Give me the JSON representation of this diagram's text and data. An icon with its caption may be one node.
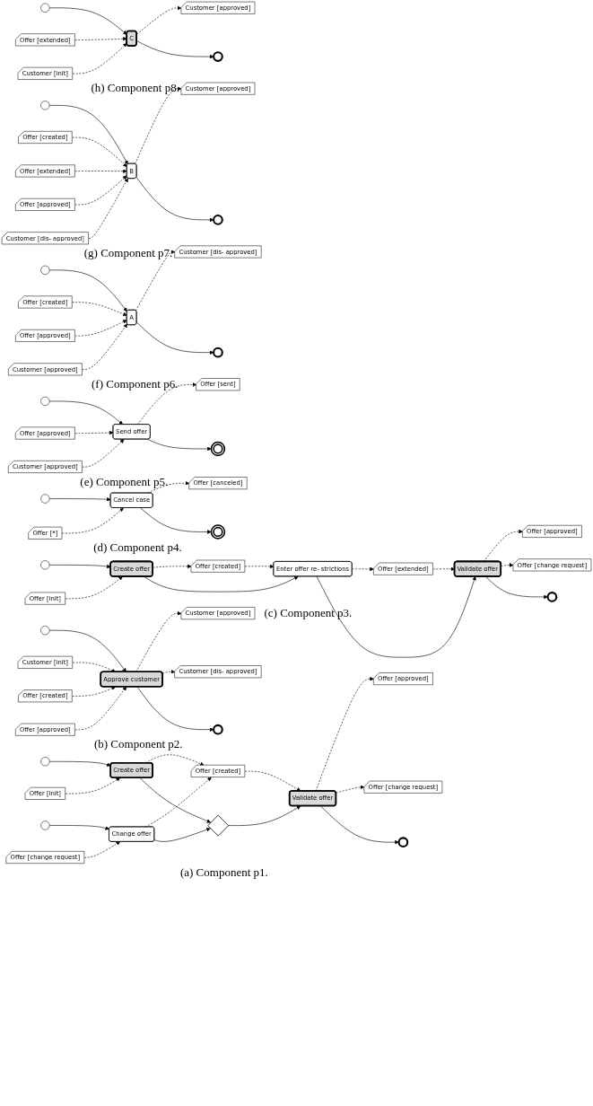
{
  "diagram": {
    "nodes": [
      {
        "text": [
          "Offer [init]"
        ]
      },
      {
        "text": [
          "Offer [created]"
        ]
      },
      {
        "text": [
          "Offer [approved]"
        ]
      },
      {
        "text": [
          "Offer [change request]"
        ]
      },
      {
        "text": [],
        "shape": "circle"
      },
      {
        "text": [
          "Create offer"
        ]
      },
      {
        "text": [
          "Offer [change request]"
        ]
      },
      {
        "text": [],
        "shape": "diamond"
      },
      {
        "text": [
          "Validate offer"
        ]
      },
      {
        "text": [],
        "shape": "circle"
      },
      {
        "text": [],
        "shape": "circle"
      },
      {
        "text": [
          "Change offer"
        ]
      },
      {
        "text": [
          "Customer [init]"
        ]
      },
      {
        "text": [
          "Customer [approved]"
        ]
      },
      {
        "text": [
          "Customer [dis- approved]"
        ]
      },
      {
        "text": [],
        "shape": "circle"
      },
      {
        "text": [
          "Approve customer"
        ]
      },
      {
        "text": [],
        "shape": "circle"
      },
      {
        "text": [
          "Offer [created]"
        ]
      },
      {
        "text": [
          "Offer [approved]"
        ]
      },
      {
        "text": [
          "Offer [init]"
        ]
      },
      {
        "text": [
          "Offer [created]"
        ]
      },
      {
        "text": [
          "Offer [extended]"
        ]
      },
      {
        "text": [
          "Offer [approved]"
        ]
      },
      {
        "text": [
          "Offer [change request]"
        ]
      },
      {
        "text": [],
        "shape": "circle"
      },
      {
        "text": [
          "Create offer"
        ]
      },
      {
        "text": [
          "Enter offer re- strictions"
        ]
      },
      {
        "text": [
          "Validate offer"
        ]
      },
      {
        "text": [],
        "shape": "circle"
      },
      {
        "text": [
          "Offer [*]"
        ]
      },
      {
        "text": [
          "Offer [canceled]"
        ]
      },
      {
        "text": [],
        "shape": "circle"
      },
      {
        "text": [
          "Cancel case"
        ]
      },
      {
        "text": [],
        "shape": "circle"
      },
      {
        "text": [
          "Offer [approved]"
        ]
      },
      {
        "text": [
          "Customer [approved]"
        ]
      },
      {
        "text": [
          "Offer [sent]"
        ]
      },
      {
        "text": [],
        "shape": "circle"
      },
      {
        "text": [
          "Send offer"
        ]
      },
      {
        "text": [],
        "shape": "circle"
      },
      {
        "text": [
          "Offer [created]"
        ]
      },
      {
        "text": [
          "Offer [approved]"
        ]
      },
      {
        "text": [
          "Customer [approved]"
        ]
      },
      {
        "text": [
          "Customer [dis- approved]"
        ]
      },
      {
        "text": [],
        "shape": "circle"
      },
      {
        "text": [
          "A"
        ]
      },
      {
        "text": [],
        "shape": "circle"
      },
      {
        "text": [
          "Offer [created]"
        ]
      },
      {
        "text": [
          "Offer [extended]"
        ]
      },
      {
        "text": [
          "Offer [approved]"
        ]
      },
      {
        "text": [
          "Customer [dis- approved]"
        ]
      },
      {
        "text": [
          "Customer [approved]"
        ]
      },
      {
        "text": [],
        "shape": "circle"
      },
      {
        "text": [
          "B"
        ]
      },
      {
        "text": [],
        "shape": "circle"
      },
      {
        "text": [
          "Offer [extended]"
        ]
      },
      {
        "text": [
          "Customer [init]"
        ]
      },
      {
        "text": [
          "Customer [approved]"
        ]
      },
      {
        "text": [],
        "shape": "circle"
      },
      {
        "text": [
          "C"
        ]
      },
      {
        "text": [],
        "shape": "circle"
      }
    ],
    "edges": [
      {
        "from": 4,
        "to": 5,
        "arrow": "to"
      },
      {
        "from": 0,
        "to": 5,
        "arrow": "to",
        "style": "dashed"
      },
      {
        "from": 5,
        "to": 1,
        "arrow": "to",
        "style": "dashed"
      },
      {
        "from": 5,
        "to": 7,
        "arrow": "to"
      },
      {
        "from": 10,
        "to": 11,
        "arrow": "to"
      },
      {
        "from": 6,
        "to": 11,
        "arrow": "to",
        "style": "dashed"
      },
      {
        "from": 11,
        "to": 1,
        "arrow": "to",
        "style": "dashed"
      },
      {
        "from": 11,
        "to": 7,
        "arrow": "to"
      },
      {
        "from": 7,
        "to": 8,
        "arrow": "to"
      },
      {
        "from": 1,
        "to": 8,
        "arrow": "to",
        "style": "dashed"
      },
      {
        "from": 8,
        "to": 2,
        "arrow": "to",
        "style": "dashed"
      },
      {
        "from": 8,
        "to": 3,
        "arrow": "to",
        "style": "dashed"
      },
      {
        "from": 8,
        "to": 9,
        "arrow": "to"
      },
      {
        "from": 15,
        "to": 16,
        "arrow": "to"
      },
      {
        "from": 12,
        "to": 16,
        "arrow": "to",
        "style": "dashed"
      },
      {
        "from": 16,
        "to": 13,
        "arrow": "to",
        "style": "dashed"
      },
      {
        "from": 16,
        "to": 14,
        "arrow": "to",
        "style": "dashed"
      },
      {
        "from": 18,
        "to": 16,
        "arrow": "to",
        "style": "dashed"
      },
      {
        "from": 19,
        "to": 16,
        "arrow": "to",
        "style": "dashed"
      },
      {
        "from": 16,
        "to": 17,
        "arrow": "to"
      },
      {
        "from": 25,
        "to": 26,
        "arrow": "to"
      },
      {
        "from": 20,
        "to": 26,
        "arrow": "to",
        "style": "dashed"
      },
      {
        "from": 26,
        "to": 21,
        "arrow": "to",
        "style": "dashed"
      },
      {
        "from": 26,
        "to": 27,
        "arrow": "to"
      },
      {
        "from": 21,
        "to": 27,
        "arrow": "to",
        "style": "dashed"
      },
      {
        "from": 27,
        "to": 22,
        "arrow": "to",
        "style": "dashed"
      },
      {
        "from": 27,
        "to": 28,
        "arrow": "to"
      },
      {
        "from": 22,
        "to": 28,
        "arrow": "to",
        "style": "dashed"
      },
      {
        "from": 28,
        "to": 23,
        "arrow": "to",
        "style": "dashed"
      },
      {
        "from": 28,
        "to": 24,
        "arrow": "to",
        "style": "dashed"
      },
      {
        "from": 28,
        "to": 29,
        "arrow": "to"
      },
      {
        "from": 32,
        "to": 33,
        "arrow": "to"
      },
      {
        "from": 30,
        "to": 33,
        "arrow": "to",
        "style": "dashed"
      },
      {
        "from": 33,
        "to": 31,
        "arrow": "to",
        "style": "dashed"
      },
      {
        "from": 33,
        "to": 34,
        "arrow": "to"
      },
      {
        "from": 38,
        "to": 39,
        "arrow": "to"
      },
      {
        "from": 35,
        "to": 39,
        "arrow": "to",
        "style": "dashed"
      },
      {
        "from": 36,
        "to": 39,
        "arrow": "to",
        "style": "dashed"
      },
      {
        "from": 39,
        "to": 37,
        "arrow": "to",
        "style": "dashed"
      },
      {
        "from": 39,
        "to": 40,
        "arrow": "to"
      },
      {
        "from": 45,
        "to": 46,
        "arrow": "to"
      },
      {
        "from": 41,
        "to": 46,
        "arrow": "to",
        "style": "dashed"
      },
      {
        "from": 42,
        "to": 46,
        "arrow": "to",
        "style": "dashed"
      },
      {
        "from": 43,
        "to": 46,
        "arrow": "to",
        "style": "dashed"
      },
      {
        "from": 46,
        "to": 44,
        "arrow": "to",
        "style": "dashed"
      },
      {
        "from": 46,
        "to": 47,
        "arrow": "to"
      },
      {
        "from": 53,
        "to": 54,
        "arrow": "to"
      },
      {
        "from": 48,
        "to": 54,
        "arrow": "to",
        "style": "dashed"
      },
      {
        "from": 49,
        "to": 54,
        "arrow": "to",
        "style": "dashed"
      },
      {
        "from": 50,
        "to": 54,
        "arrow": "to",
        "style": "dashed"
      },
      {
        "from": 51,
        "to": 54,
        "arrow": "to",
        "style": "dashed"
      },
      {
        "from": 54,
        "to": 52,
        "arrow": "to",
        "style": "dashed"
      },
      {
        "from": 54,
        "to": 55,
        "arrow": "to"
      },
      {
        "from": 59,
        "to": 60,
        "arrow": "to"
      },
      {
        "from": 56,
        "to": 60,
        "arrow": "to",
        "style": "dashed"
      },
      {
        "from": 57,
        "to": 60,
        "arrow": "to",
        "style": "dashed"
      },
      {
        "from": 60,
        "to": 58,
        "arrow": "to",
        "style": "dashed"
      },
      {
        "from": 60,
        "to": 61,
        "arrow": "to"
      }
    ],
    "labels": [
      "(a) Component p1.",
      "(b) Component p2.",
      "(c) Component p3.",
      "(d) Component p4.",
      "(e) Component p5.",
      "(f) Component p6.",
      "(g) Component p7.",
      "(h) Component p8."
    ]
  }
}
